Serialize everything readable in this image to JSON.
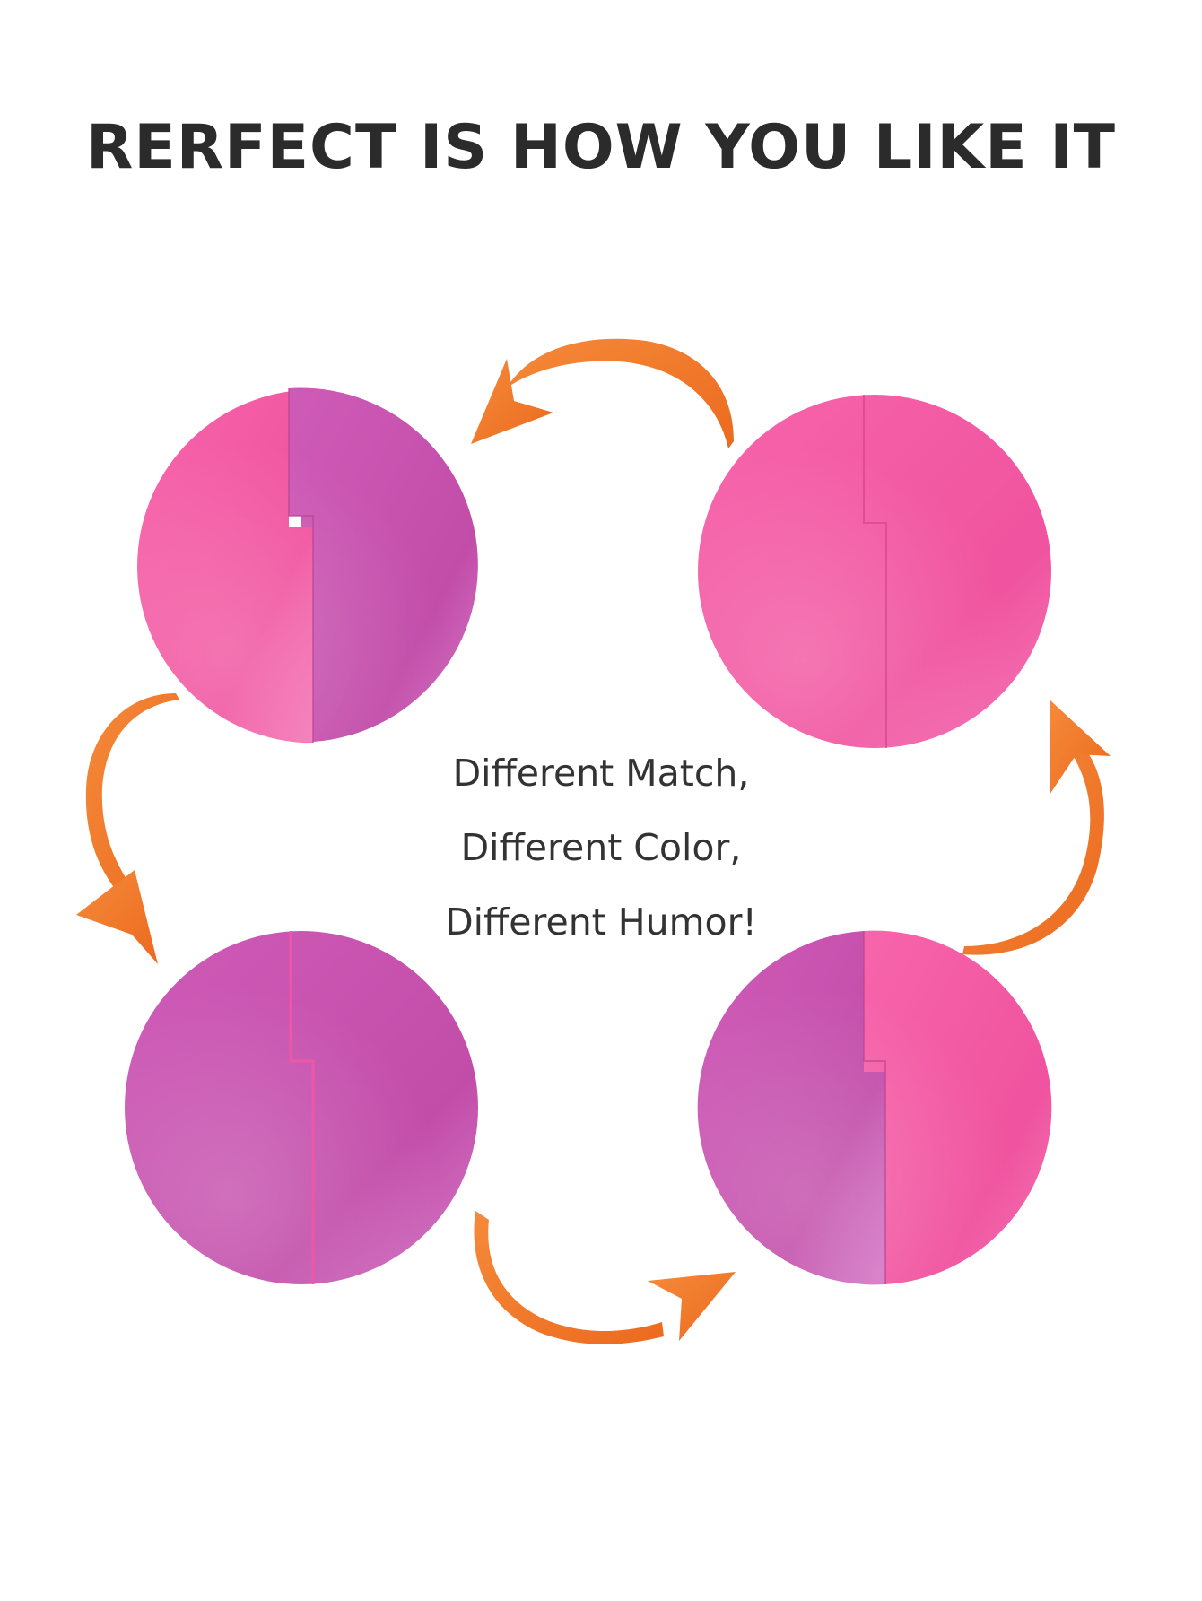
{
  "headline": "RERFECT IS HOW YOU LIKE IT",
  "caption": {
    "line1": "Different Match,",
    "line2": "Different Color,",
    "line3": "Different Humor!"
  },
  "colors": {
    "pink": "#f257a4",
    "purple": "#c653b0",
    "arrow": "#f07a2c",
    "text": "#2b2b2b"
  },
  "compacts": [
    {
      "name": "compact-top-left",
      "left_half": "pink",
      "right_half": "purple"
    },
    {
      "name": "compact-top-right",
      "left_half": "pink",
      "right_half": "pink"
    },
    {
      "name": "compact-bottom-left",
      "left_half": "purple",
      "right_half": "purple"
    },
    {
      "name": "compact-bottom-right",
      "left_half": "purple",
      "right_half": "pink"
    }
  ]
}
